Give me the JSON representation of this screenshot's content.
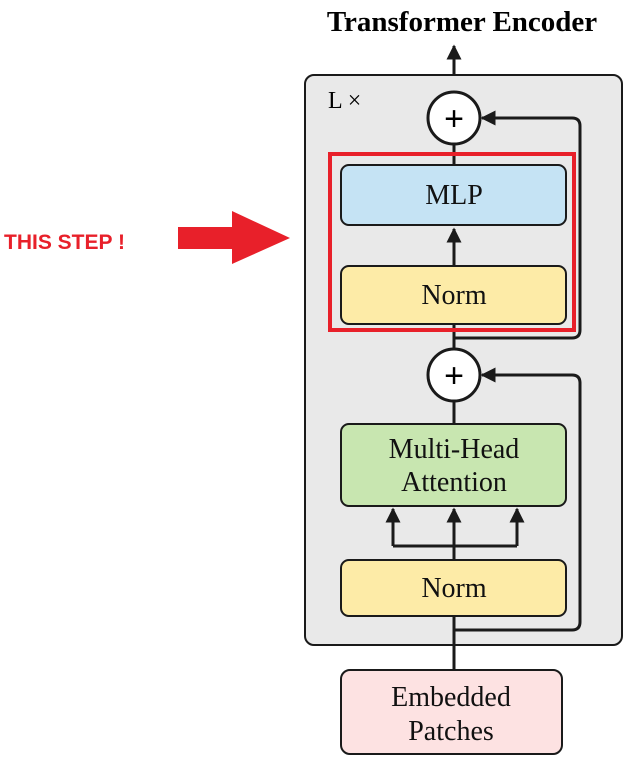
{
  "title": "Transformer Encoder",
  "repeat_label": "L ×",
  "annotation": {
    "text": "THIS STEP !",
    "color": "#e8202a"
  },
  "blocks": {
    "mlp": {
      "label": "MLP",
      "color": "#c5e3f4"
    },
    "norm_top": {
      "label": "Norm",
      "color": "#fdeba7"
    },
    "attention": {
      "line1": "Multi-Head",
      "line2": "Attention",
      "color": "#c8e6b0"
    },
    "norm_bottom": {
      "label": "Norm",
      "color": "#fdeba7"
    },
    "embedded": {
      "line1": "Embedded",
      "line2": "Patches",
      "color": "#fde2e2"
    }
  },
  "adders": {
    "top_symbol": "+",
    "bottom_symbol": "+"
  },
  "colors": {
    "container_fill": "#e9e9e9",
    "stroke": "#1a1a1a",
    "highlight": "#e8202a"
  }
}
